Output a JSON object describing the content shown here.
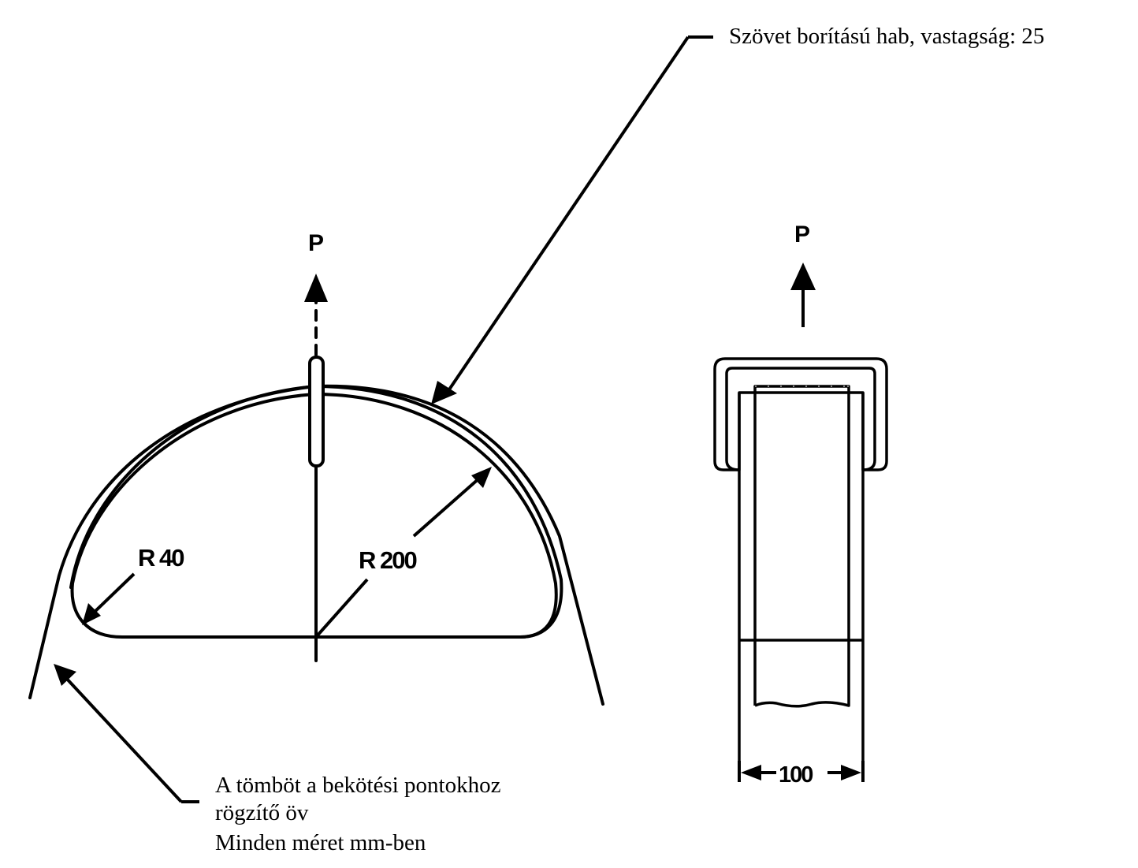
{
  "annotations": {
    "foam_label": "Szövet borítású hab, vastagság: 25",
    "strap_label_line1": "A tömböt a bekötési pontokhoz",
    "strap_label_line2": "rögzítő öv",
    "units_note": "Minden méret mm-ben"
  },
  "dimensions": {
    "radius_small": "R 40",
    "radius_large": "R 200",
    "width": "100"
  },
  "forces": {
    "front_view_label": "P",
    "side_view_label": "P"
  },
  "colors": {
    "stroke": "#000000",
    "background": "#ffffff"
  }
}
